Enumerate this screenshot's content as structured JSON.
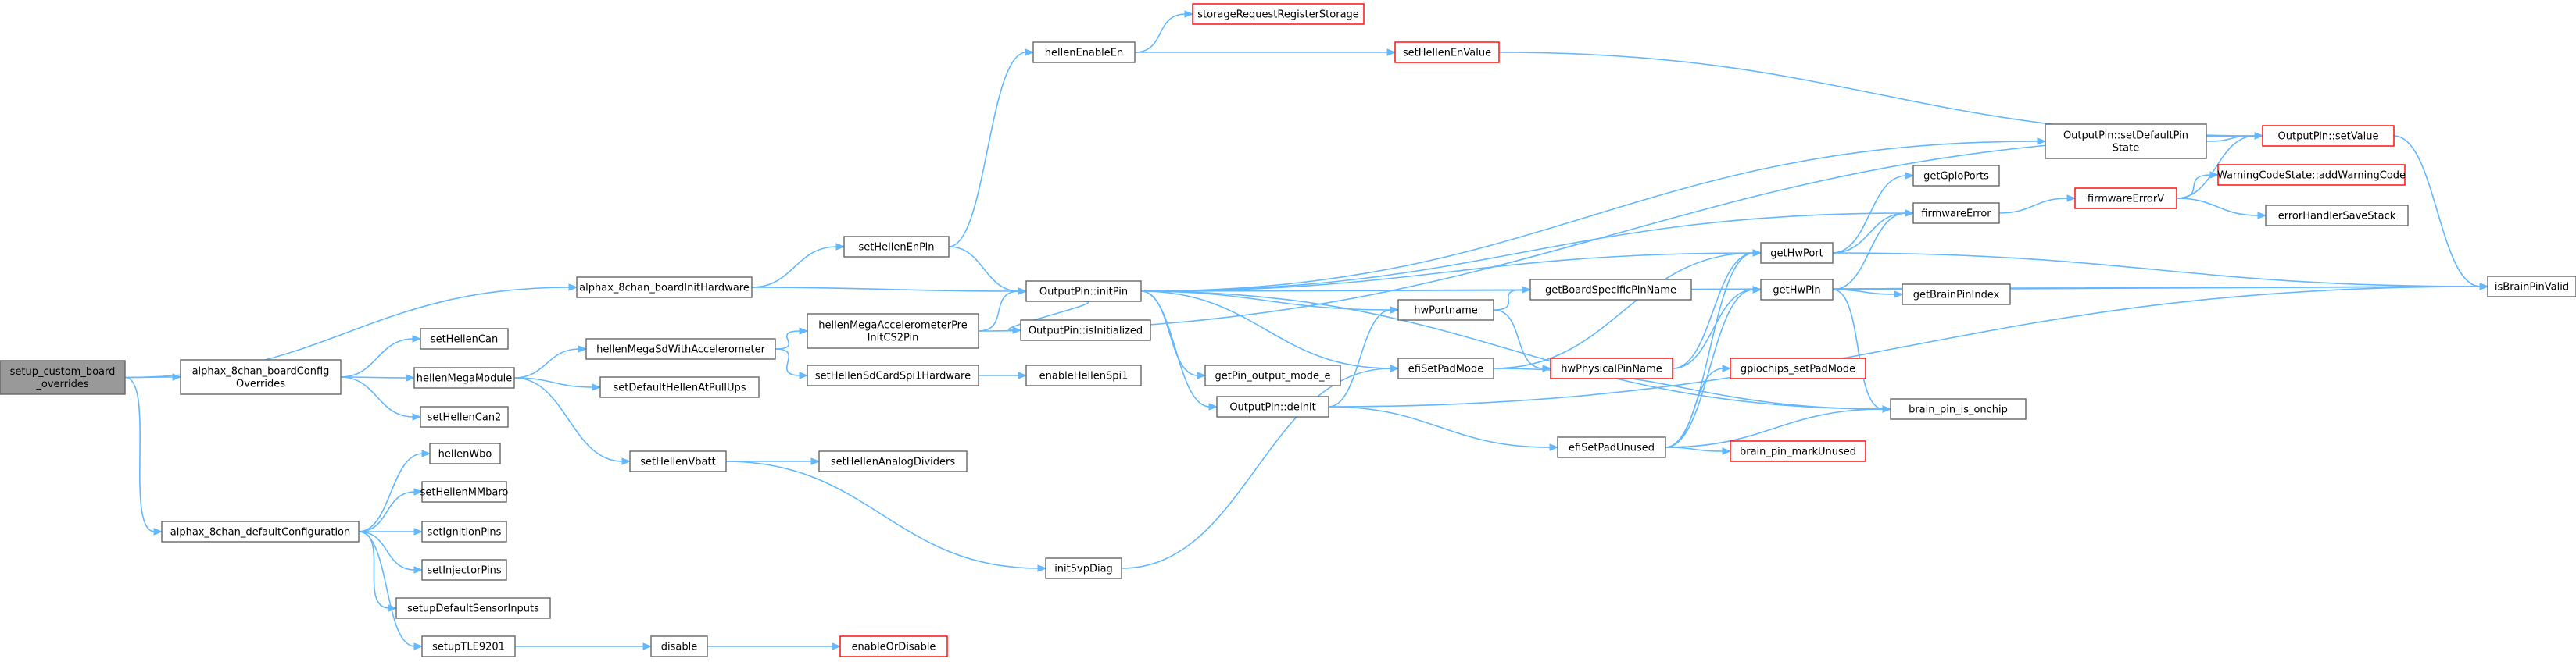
{
  "nodes": {
    "setup_custom_board_overrides": [
      "setup_custom_board",
      "_overrides"
    ],
    "alphax_8chan_boardInitHardware": [
      "alphax_8chan_boardInitHardware"
    ],
    "alphax_8chan_boardConfigOverrides": [
      "alphax_8chan_boardConfig",
      "Overrides"
    ],
    "alphax_8chan_defaultConfiguration": [
      "alphax_8chan_defaultConfiguration"
    ],
    "setHellenEnPin": [
      "setHellenEnPin"
    ],
    "hellenEnableEn": [
      "hellenEnableEn"
    ],
    "storageRequestRegisterStorage": [
      "storageRequestRegisterStorage"
    ],
    "setHellenEnValue": [
      "setHellenEnValue"
    ],
    "OutputPin_initPin": [
      "OutputPin::initPin"
    ],
    "setHellenCan": [
      "setHellenCan"
    ],
    "hellenMegaModule": [
      "hellenMegaModule"
    ],
    "setHellenCan2": [
      "setHellenCan2"
    ],
    "hellenMegaSdWithAccelerometer": [
      "hellenMegaSdWithAccelerometer"
    ],
    "setDefaultHellenAtPullUps": [
      "setDefaultHellenAtPullUps"
    ],
    "setHellenVbatt": [
      "setHellenVbatt"
    ],
    "hellenMegaAccelerometerPreInitCS2Pin": [
      "hellenMegaAccelerometerPre",
      "InitCS2Pin"
    ],
    "setHellenSdCardSpi1Hardware": [
      "setHellenSdCardSpi1Hardware"
    ],
    "enableHellenSpi1": [
      "enableHellenSpi1"
    ],
    "setHellenAnalogDividers": [
      "setHellenAnalogDividers"
    ],
    "init5vpDiag": [
      "init5vpDiag"
    ],
    "hellenWbo": [
      "hellenWbo"
    ],
    "setHellenMMbaro": [
      "setHellenMMbaro"
    ],
    "setIgnitionPins": [
      "setIgnitionPins"
    ],
    "setInjectorPins": [
      "setInjectorPins"
    ],
    "setupDefaultSensorInputs": [
      "setupDefaultSensorInputs"
    ],
    "setupTLE9201": [
      "setupTLE9201"
    ],
    "disable": [
      "disable"
    ],
    "enableOrDisable": [
      "enableOrDisable"
    ],
    "OutputPin_isInitialized": [
      "OutputPin::isInitialized"
    ],
    "getPin_output_mode_e": [
      "getPin_output_mode_e"
    ],
    "OutputPin_deInit": [
      "OutputPin::deInit"
    ],
    "hwPortname": [
      "hwPortname"
    ],
    "getBoardSpecificPinName": [
      "getBoardSpecificPinName"
    ],
    "hwPhysicalPinName": [
      "hwPhysicalPinName"
    ],
    "efiSetPadMode": [
      "efiSetPadMode"
    ],
    "efiSetPadUnused": [
      "efiSetPadUnused"
    ],
    "gpiochips_setPadMode": [
      "gpiochips_setPadMode"
    ],
    "brain_pin_markUnused": [
      "brain_pin_markUnused"
    ],
    "brain_pin_is_onchip": [
      "brain_pin_is_onchip"
    ],
    "getHwPort": [
      "getHwPort"
    ],
    "getHwPin": [
      "getHwPin"
    ],
    "getGpioPorts": [
      "getGpioPorts"
    ],
    "firmwareError": [
      "firmwareError"
    ],
    "firmwareErrorV": [
      "firmwareErrorV"
    ],
    "WarningCodeState_addWarningCode": [
      "WarningCodeState::addWarningCode"
    ],
    "errorHandlerSaveStack": [
      "errorHandlerSaveStack"
    ],
    "getBrainPinIndex": [
      "getBrainPinIndex"
    ],
    "OutputPin_setDefaultPinState": [
      "OutputPin::setDefaultPin",
      "State"
    ],
    "OutputPin_setValue": [
      "OutputPin::setValue"
    ],
    "isBrainPinValid": [
      "isBrainPinValid"
    ]
  },
  "edges": [
    [
      "setup_custom_board_overrides",
      "alphax_8chan_boardInitHardware"
    ],
    [
      "setup_custom_board_overrides",
      "alphax_8chan_boardConfigOverrides"
    ],
    [
      "setup_custom_board_overrides",
      "alphax_8chan_defaultConfiguration"
    ],
    [
      "alphax_8chan_boardInitHardware",
      "setHellenEnPin"
    ],
    [
      "alphax_8chan_boardInitHardware",
      "OutputPin_initPin"
    ],
    [
      "alphax_8chan_boardConfigOverrides",
      "setHellenCan"
    ],
    [
      "alphax_8chan_boardConfigOverrides",
      "hellenMegaModule"
    ],
    [
      "alphax_8chan_boardConfigOverrides",
      "setHellenCan2"
    ],
    [
      "hellenMegaModule",
      "hellenMegaSdWithAccelerometer"
    ],
    [
      "hellenMegaModule",
      "setDefaultHellenAtPullUps"
    ],
    [
      "hellenMegaModule",
      "setHellenVbatt"
    ],
    [
      "hellenMegaSdWithAccelerometer",
      "hellenMegaAccelerometerPreInitCS2Pin"
    ],
    [
      "hellenMegaSdWithAccelerometer",
      "setHellenSdCardSpi1Hardware"
    ],
    [
      "setHellenSdCardSpi1Hardware",
      "enableHellenSpi1"
    ],
    [
      "hellenMegaAccelerometerPreInitCS2Pin",
      "OutputPin_initPin"
    ],
    [
      "hellenMegaAccelerometerPreInitCS2Pin",
      "OutputPin_setValue"
    ],
    [
      "setHellenVbatt",
      "setHellenAnalogDividers"
    ],
    [
      "setHellenVbatt",
      "init5vpDiag"
    ],
    [
      "init5vpDiag",
      "efiSetPadMode"
    ],
    [
      "alphax_8chan_defaultConfiguration",
      "hellenWbo"
    ],
    [
      "alphax_8chan_defaultConfiguration",
      "setHellenMMbaro"
    ],
    [
      "alphax_8chan_defaultConfiguration",
      "setIgnitionPins"
    ],
    [
      "alphax_8chan_defaultConfiguration",
      "setInjectorPins"
    ],
    [
      "alphax_8chan_defaultConfiguration",
      "setupDefaultSensorInputs"
    ],
    [
      "alphax_8chan_defaultConfiguration",
      "setupTLE9201"
    ],
    [
      "setupTLE9201",
      "disable"
    ],
    [
      "disable",
      "enableOrDisable"
    ],
    [
      "setHellenEnPin",
      "hellenEnableEn"
    ],
    [
      "setHellenEnPin",
      "OutputPin_initPin"
    ],
    [
      "hellenEnableEn",
      "storageRequestRegisterStorage"
    ],
    [
      "hellenEnableEn",
      "setHellenEnValue"
    ],
    [
      "setHellenEnValue",
      "OutputPin_setValue"
    ],
    [
      "OutputPin_initPin",
      "OutputPin_setDefaultPinState"
    ],
    [
      "OutputPin_initPin",
      "firmwareError"
    ],
    [
      "OutputPin_initPin",
      "getHwPort"
    ],
    [
      "OutputPin_initPin",
      "getHwPin"
    ],
    [
      "OutputPin_initPin",
      "hwPortname"
    ],
    [
      "OutputPin_initPin",
      "OutputPin_isInitialized"
    ],
    [
      "OutputPin_initPin",
      "getPin_output_mode_e"
    ],
    [
      "OutputPin_initPin",
      "efiSetPadMode"
    ],
    [
      "OutputPin_initPin",
      "OutputPin_deInit"
    ],
    [
      "OutputPin_initPin",
      "brain_pin_is_onchip"
    ],
    [
      "OutputPin_initPin",
      "isBrainPinValid"
    ],
    [
      "OutputPin_deInit",
      "hwPortname"
    ],
    [
      "OutputPin_deInit",
      "efiSetPadUnused"
    ],
    [
      "OutputPin_deInit",
      "isBrainPinValid"
    ],
    [
      "hwPortname",
      "getBoardSpecificPinName"
    ],
    [
      "hwPortname",
      "hwPhysicalPinName"
    ],
    [
      "hwPhysicalPinName",
      "getHwPort"
    ],
    [
      "hwPhysicalPinName",
      "getHwPin"
    ],
    [
      "efiSetPadMode",
      "getHwPort"
    ],
    [
      "efiSetPadMode",
      "brain_pin_is_onchip"
    ],
    [
      "efiSetPadUnused",
      "getHwPort"
    ],
    [
      "efiSetPadUnused",
      "getHwPin"
    ],
    [
      "efiSetPadUnused",
      "gpiochips_setPadMode"
    ],
    [
      "efiSetPadUnused",
      "brain_pin_markUnused"
    ],
    [
      "efiSetPadUnused",
      "brain_pin_is_onchip"
    ],
    [
      "getHwPort",
      "getGpioPorts"
    ],
    [
      "getHwPort",
      "firmwareError"
    ],
    [
      "getHwPort",
      "isBrainPinValid"
    ],
    [
      "getHwPin",
      "firmwareError"
    ],
    [
      "getHwPin",
      "getBrainPinIndex"
    ],
    [
      "getHwPin",
      "brain_pin_is_onchip"
    ],
    [
      "getHwPin",
      "isBrainPinValid"
    ],
    [
      "firmwareError",
      "firmwareErrorV"
    ],
    [
      "firmwareErrorV",
      "OutputPin_setValue"
    ],
    [
      "firmwareErrorV",
      "WarningCodeState_addWarningCode"
    ],
    [
      "firmwareErrorV",
      "errorHandlerSaveStack"
    ],
    [
      "OutputPin_setDefaultPinState",
      "OutputPin_setValue"
    ],
    [
      "OutputPin_setValue",
      "isBrainPinValid"
    ]
  ]
}
